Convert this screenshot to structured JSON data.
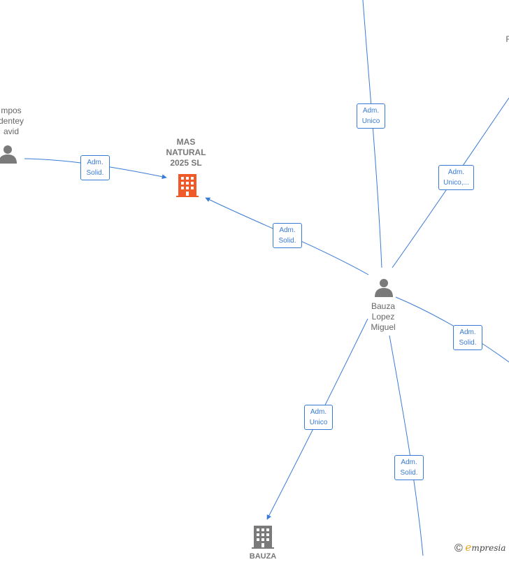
{
  "colors": {
    "edge": "#3a7bd5",
    "person_icon": "#7a7a7a",
    "company_highlight": "#f05a28",
    "company_gray": "#7a7a7a"
  },
  "nodes": {
    "person_left": {
      "label": "mpos\ndentey\navid",
      "icon": "person-icon"
    },
    "company_main": {
      "label": "MAS\nNATURAL\n2025  SL",
      "icon": "building-icon"
    },
    "person_center": {
      "label": "Bauza\nLopez\nMiguel",
      "icon": "person-icon"
    },
    "node_top_right": {
      "label": "J\nRE"
    },
    "company_bottom": {
      "label": "BAUZA",
      "icon": "building-icon"
    }
  },
  "edges": {
    "left_to_main": "Adm.\nSolid.",
    "center_to_top": "Adm.\nUnico",
    "center_to_top_right": "Adm.\nUnico,...",
    "center_to_main": "Adm.\nSolid.",
    "center_to_right": "Adm.\nSolid.",
    "center_to_bottom": "Adm.\nUnico",
    "center_to_bottom_right": "Adm.\nSolid."
  },
  "watermark": {
    "symbol": "©",
    "initial": "e",
    "brand": "mpresia"
  }
}
